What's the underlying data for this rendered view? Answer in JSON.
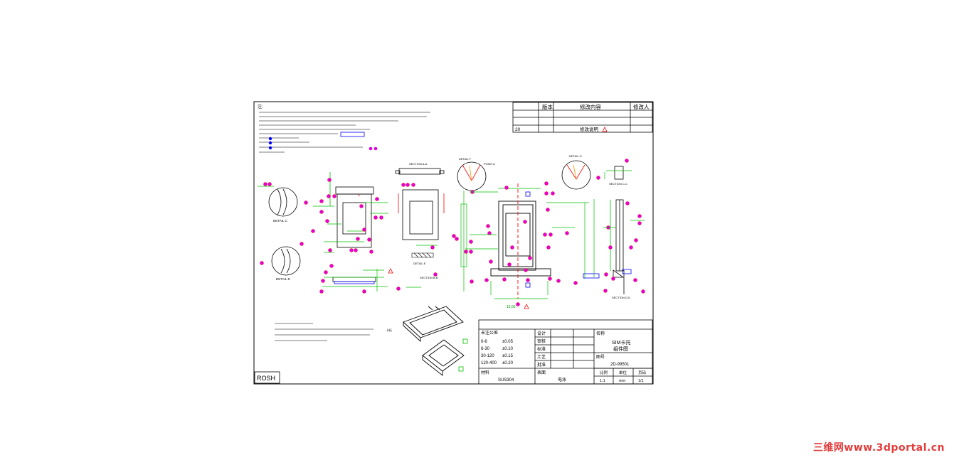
{
  "revision_table": {
    "headers": [
      "版本",
      "修改内容",
      "修改人"
    ],
    "rev_row_text": "20",
    "rev_row_note": "修改说明"
  },
  "drawing": {
    "rosh_label": "ROSH",
    "note_title": "注:",
    "detail_labels": [
      "DETAIL C",
      "DETAIL D",
      "DETAIL E",
      "DETAIL F",
      "DETAIL G"
    ],
    "section_labels": [
      "SECTION A-A",
      "SECTION B-B",
      "SECTION C-C",
      "SECTION D-D"
    ],
    "point_label": "POINT A"
  },
  "title_block": {
    "tolerance_heading": "未注公差",
    "tolerance_rows": [
      [
        "0-6",
        "±0.05"
      ],
      [
        "6-30",
        "±0.10"
      ],
      [
        "30-120",
        "±0.15"
      ],
      [
        "120-400",
        "±0.20"
      ]
    ],
    "sign_labels": [
      "设计",
      "审核",
      "标准",
      "工艺",
      "批准"
    ],
    "name_label": "名称",
    "part_name_line1": "SIM卡托",
    "part_name_line2": "组件图",
    "drawing_no_label": "图号",
    "drawing_no": "2D-99501",
    "material_label": "材料",
    "material_value": "SUS304",
    "surface_label": "表面",
    "surface_value": "电泳",
    "scale_headers": [
      "比例",
      "单位",
      "页码"
    ],
    "scale_values": [
      "1:1",
      "mm",
      "1/1"
    ]
  },
  "watermark": "三维网www.3dportal.cn",
  "colors": {
    "line": "#000000",
    "dim": "#00c000",
    "marker": "#e000e0",
    "marker_ring": "#ff0000",
    "callout": "#0000ff",
    "warn": "#ff0000",
    "watermark": "#e03c3c"
  }
}
